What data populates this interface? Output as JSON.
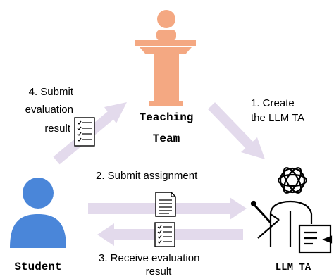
{
  "nodes": {
    "teaching_team": {
      "line1": "Teaching",
      "line2": "Team"
    },
    "student": {
      "label": "Student"
    },
    "llm_ta": {
      "label": "LLM TA"
    }
  },
  "steps": {
    "s1": {
      "line1": "1. Create",
      "line2": "the LLM TA"
    },
    "s2": {
      "line1": "2. Submit assignment"
    },
    "s3": {
      "line1": "3. Receive evaluation",
      "line2": "result"
    },
    "s4": {
      "line1": "4. Submit",
      "line2": "evaluation",
      "line3": "result"
    }
  },
  "icons": {
    "teacher": "podium-speaker-icon",
    "student": "person-icon",
    "llm": "openai-logo-icon",
    "document": "document-icon",
    "checklist": "checklist-icon"
  },
  "colors": {
    "teacher": "#F4A882",
    "student": "#4A86D9",
    "arrow": "#E3DAEC"
  }
}
